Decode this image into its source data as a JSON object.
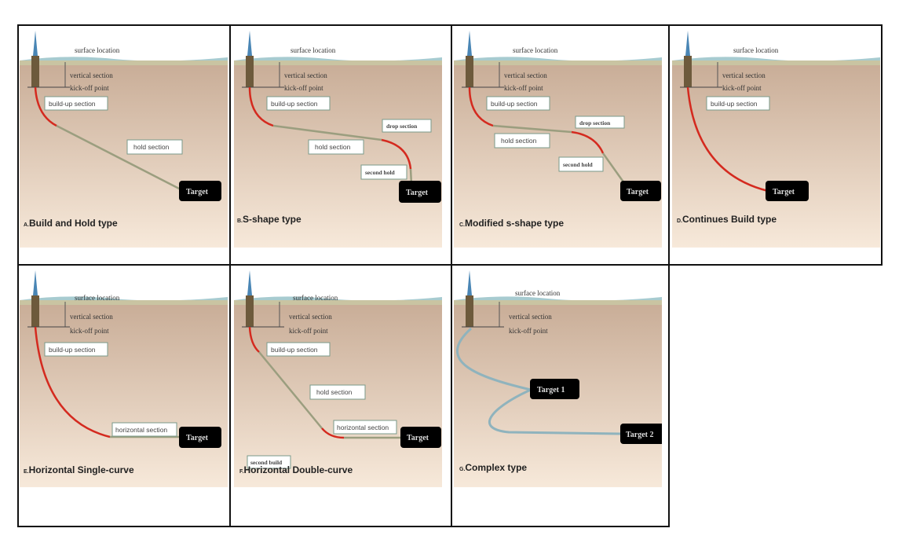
{
  "common": {
    "surface_location": "surface location",
    "vertical_section": "vertical section",
    "kick_off_point": "kick-off point",
    "build_up_section": "build-up section"
  },
  "panels": {
    "a": {
      "letter": "A.",
      "caption": "Build and Hold type",
      "hold": "hold section",
      "target": "Target"
    },
    "b": {
      "letter": "B.",
      "caption": "S-shape type",
      "hold": "hold section",
      "drop": "drop section",
      "second_hold": "second hold",
      "target": "Target"
    },
    "c": {
      "letter": "C.",
      "caption": "Modified s-shape type",
      "hold": "hold section",
      "drop": "drop section",
      "second_hold": "second hold",
      "target": "Target"
    },
    "d": {
      "letter": "D.",
      "caption": "Continues Build type",
      "target": "Target"
    },
    "e": {
      "letter": "E.",
      "caption": "Horizontal Single-curve",
      "horizontal": "horizontal section",
      "target": "Target"
    },
    "f": {
      "letter": "F.",
      "caption": "Horizontal Double-curve",
      "hold": "hold section",
      "horizontal": "horizontal section",
      "second_build": "second build",
      "target": "Target"
    },
    "g": {
      "letter": "G.",
      "caption": "Complex type",
      "target1": "Target 1",
      "target2": "Target 2"
    }
  },
  "colors": {
    "build": "#d42a1f",
    "hold": "#9b9e7f",
    "complex": "#8fb3bd",
    "soil_top": "#c8ac96",
    "soil_bottom": "#f7e9da"
  }
}
